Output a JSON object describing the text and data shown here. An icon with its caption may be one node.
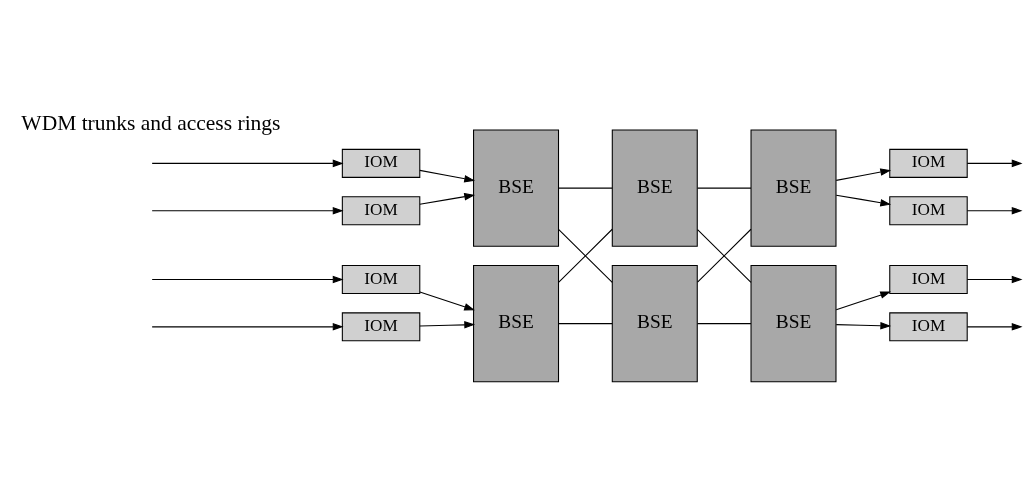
{
  "diagram": {
    "nodes": [
      {
        "text": [
          "IOM"
        ]
      },
      {
        "text": [
          "IOM"
        ]
      },
      {
        "text": [
          "IOM"
        ]
      },
      {
        "text": [
          "IOM"
        ]
      },
      {
        "text": [
          "BSE"
        ]
      },
      {
        "text": [
          "BSE"
        ]
      },
      {
        "text": [
          "BSE"
        ]
      },
      {
        "text": [
          "BSE"
        ]
      },
      {
        "text": [
          "BSE"
        ]
      },
      {
        "text": [
          "BSE"
        ]
      },
      {
        "text": [
          "IOM"
        ]
      },
      {
        "text": [
          "IOM"
        ]
      },
      {
        "text": [
          "IOM"
        ]
      },
      {
        "text": [
          "IOM"
        ]
      }
    ],
    "edges": [
      {
        "from": null,
        "to": 0,
        "arrow": "to"
      },
      {
        "from": null,
        "to": 1,
        "arrow": "to"
      },
      {
        "from": null,
        "to": 2,
        "arrow": "to"
      },
      {
        "from": null,
        "to": 3,
        "arrow": "to"
      },
      {
        "from": 0,
        "to": 4,
        "arrow": "to"
      },
      {
        "from": 1,
        "to": 4,
        "arrow": "to"
      },
      {
        "from": 2,
        "to": 7,
        "arrow": "to"
      },
      {
        "from": 3,
        "to": 7,
        "arrow": "to"
      },
      {
        "from": 4,
        "to": 5,
        "arrow": "none"
      },
      {
        "from": 4,
        "to": 8,
        "arrow": "none"
      },
      {
        "from": 7,
        "to": 5,
        "arrow": "none"
      },
      {
        "from": 7,
        "to": 8,
        "arrow": "none"
      },
      {
        "from": 5,
        "to": 6,
        "arrow": "none"
      },
      {
        "from": 5,
        "to": 9,
        "arrow": "none"
      },
      {
        "from": 8,
        "to": 6,
        "arrow": "none"
      },
      {
        "from": 8,
        "to": 9,
        "arrow": "none"
      },
      {
        "from": 6,
        "to": 10,
        "arrow": "to"
      },
      {
        "from": 6,
        "to": 11,
        "arrow": "to"
      },
      {
        "from": 9,
        "to": 12,
        "arrow": "to"
      },
      {
        "from": 9,
        "to": 13,
        "arrow": "to"
      },
      {
        "from": 10,
        "to": null,
        "arrow": "to"
      },
      {
        "from": 11,
        "to": null,
        "arrow": "to"
      },
      {
        "from": 12,
        "to": null,
        "arrow": "to"
      },
      {
        "from": 13,
        "to": null,
        "arrow": "to"
      }
    ],
    "labels": [
      "WDM trunks and access rings"
    ]
  }
}
